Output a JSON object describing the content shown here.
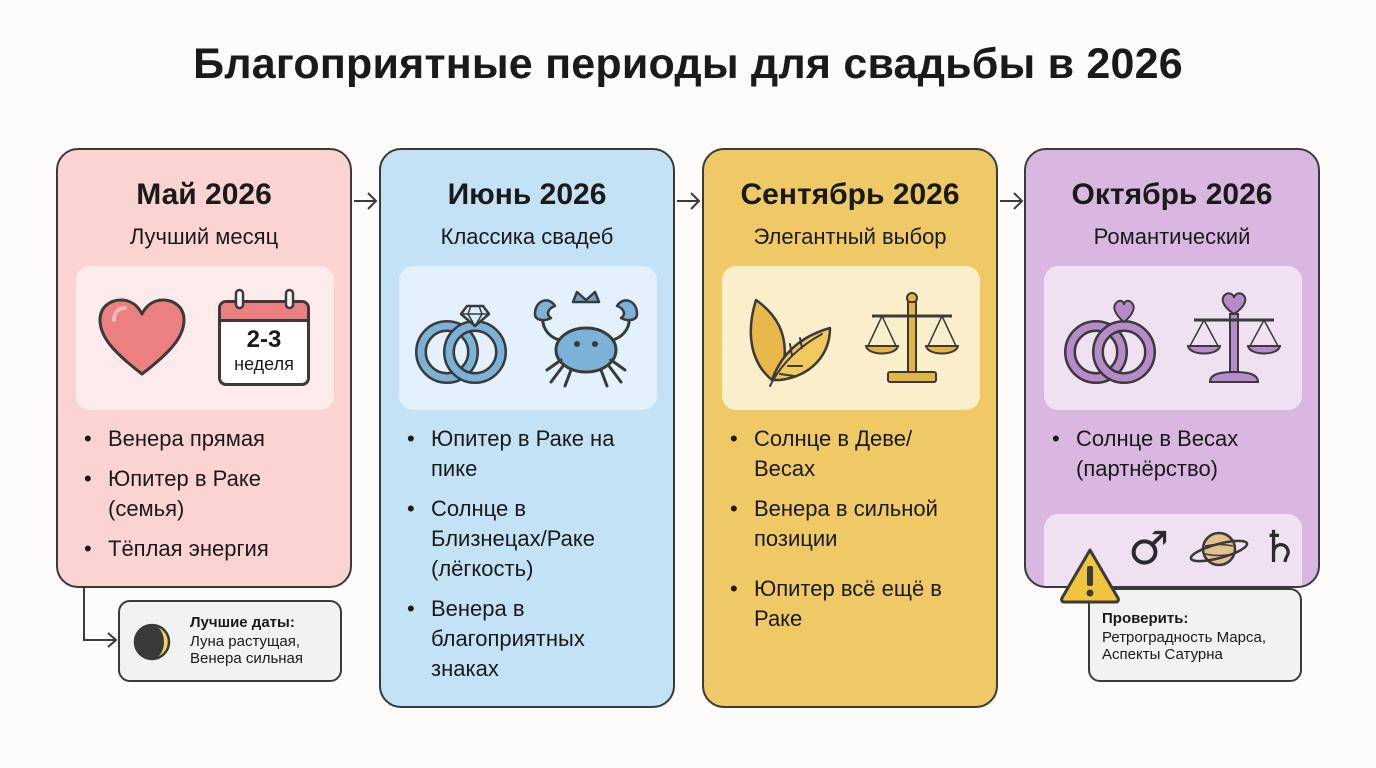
{
  "title": "Благоприятные периоды для свадьбы в 2026",
  "cards": [
    {
      "month": "Май 2026",
      "subtitle": "Лучший месяц",
      "calendar_top": "2-3",
      "calendar_bottom": "неделя",
      "bullets": [
        "Венера прямая",
        "Юпитер в Раке",
        "(семья)",
        "Тёплая энергия"
      ],
      "colors": {
        "bg": "#fcd3d3",
        "panel": "#fdeaea",
        "accent": "#ea7676"
      },
      "icons": [
        "heart-icon",
        "calendar-icon"
      ]
    },
    {
      "month": "Июнь 2026",
      "subtitle": "Классика свадеб",
      "bullets": [
        "Юпитер в Раке на",
        "пике",
        "Солнце в",
        "Близнецах/Раке",
        "(лёгкость)",
        "Венера в",
        "благоприятных",
        "знаках"
      ],
      "colors": {
        "bg": "#c3e2f5",
        "panel": "#e2f1fb",
        "accent": "#6aa4cf"
      },
      "icons": [
        "rings-icon",
        "crab-icon"
      ]
    },
    {
      "month": "Сентябрь 2026",
      "subtitle": "Элегантный выбор",
      "bullets": [
        "Солнце в Деве/",
        "Весах",
        "Венера в сильной",
        "позиции",
        "Юпитер всё ещё в",
        "Раке"
      ],
      "colors": {
        "bg": "#efc965",
        "panel": "#fbefcb",
        "accent": "#e3b545"
      },
      "icons": [
        "leaf-icon",
        "scales-icon"
      ]
    },
    {
      "month": "Октябрь 2026",
      "subtitle": "Романтический",
      "bullets": [
        "Солнце в Весах",
        "(партнёрство)"
      ],
      "colors": {
        "bg": "#d9b7e0",
        "panel": "#efe0f2",
        "accent": "#ae7fc4"
      },
      "icons": [
        "rings-heart-icon",
        "scales-heart-icon",
        "mars-icon",
        "saturn-icon",
        "saturn-symbol-icon",
        "warning-icon"
      ]
    }
  ],
  "notes": {
    "may": {
      "title": "Лучшие даты:",
      "line1": "Луна растущая,",
      "line2": "Венера сильная"
    },
    "october": {
      "title": "Проверить:",
      "line1": "Ретроградность Марса,",
      "line2": "Аспекты Сатурна"
    }
  },
  "planet_glyphs": {
    "mars": "♂",
    "saturn": "♄"
  }
}
